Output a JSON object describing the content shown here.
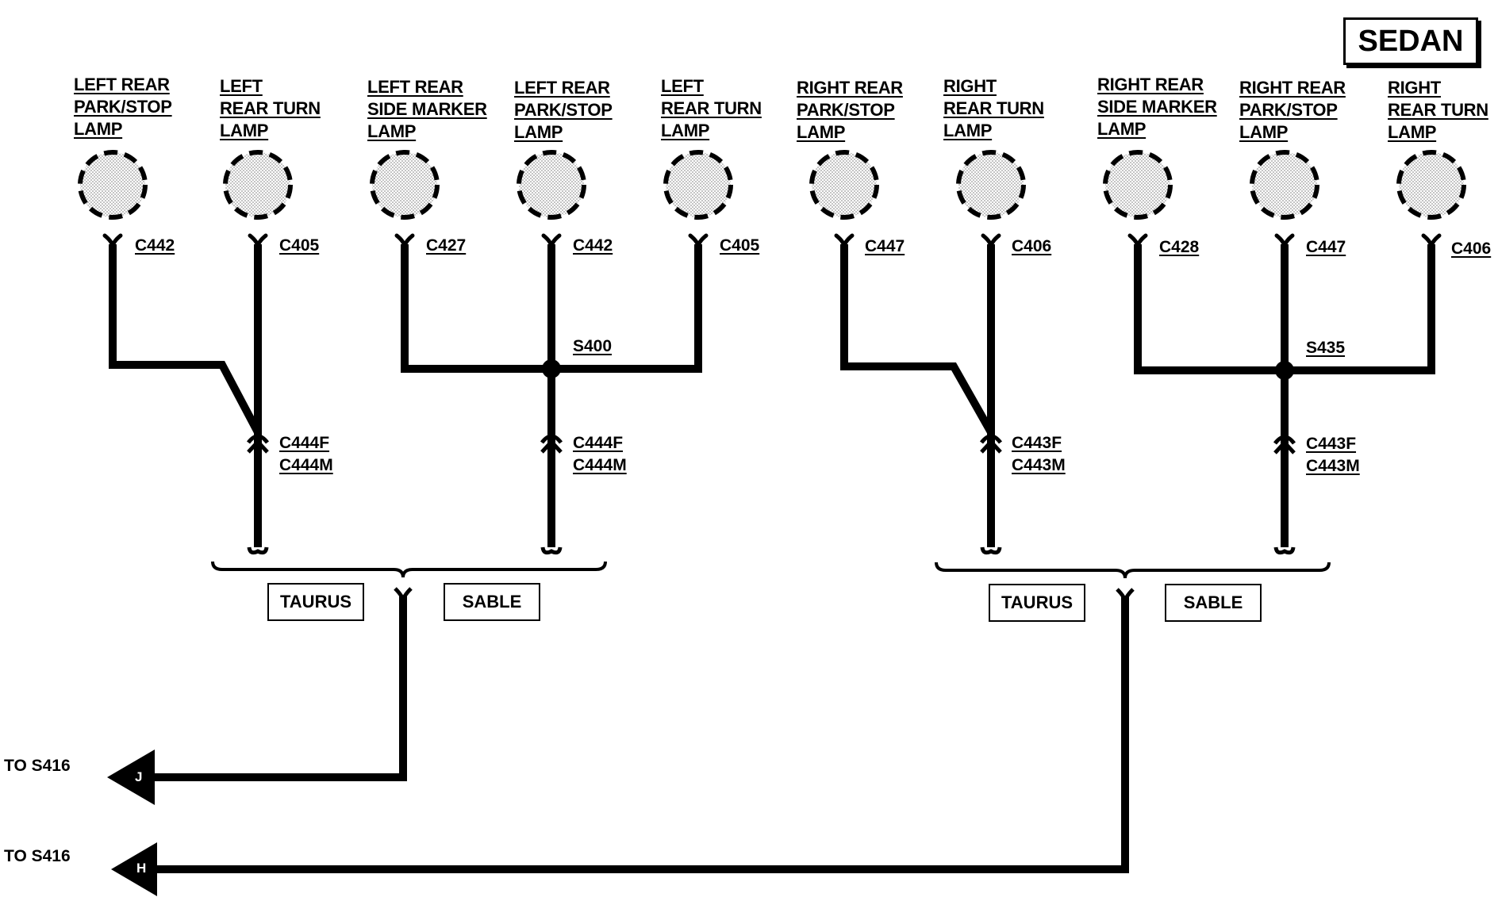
{
  "badge": "SEDAN",
  "lamps": [
    {
      "lines": [
        "LEFT REAR",
        "PARK/STOP",
        "LAMP"
      ],
      "connector": "C442"
    },
    {
      "lines": [
        "LEFT",
        "REAR TURN",
        "LAMP"
      ],
      "connector": "C405"
    },
    {
      "lines": [
        "LEFT REAR",
        "SIDE MARKER",
        "LAMP"
      ],
      "connector": "C427"
    },
    {
      "lines": [
        "LEFT REAR",
        "PARK/STOP",
        "LAMP"
      ],
      "connector": "C442"
    },
    {
      "lines": [
        "LEFT",
        "REAR TURN",
        "LAMP"
      ],
      "connector": "C405"
    },
    {
      "lines": [
        "RIGHT REAR",
        "PARK/STOP",
        "LAMP"
      ],
      "connector": "C447"
    },
    {
      "lines": [
        "RIGHT",
        "REAR TURN",
        "LAMP"
      ],
      "connector": "C406"
    },
    {
      "lines": [
        "RIGHT REAR",
        "SIDE MARKER",
        "LAMP"
      ],
      "connector": "C428"
    },
    {
      "lines": [
        "RIGHT REAR",
        "PARK/STOP",
        "LAMP"
      ],
      "connector": "C447"
    },
    {
      "lines": [
        "RIGHT",
        "REAR TURN",
        "LAMP"
      ],
      "connector": "C406"
    }
  ],
  "splices": [
    "S400",
    "S435"
  ],
  "inline_connectors": [
    {
      "female": "C444F",
      "male": "C444M"
    },
    {
      "female": "C444F",
      "male": "C444M"
    },
    {
      "female": "C443F",
      "male": "C443M"
    },
    {
      "female": "C443F",
      "male": "C443M"
    }
  ],
  "variants": [
    {
      "taurus": "TAURUS",
      "sable": "SABLE"
    },
    {
      "taurus": "TAURUS",
      "sable": "SABLE"
    }
  ],
  "outputs": [
    {
      "label": "TO S416",
      "code": "J"
    },
    {
      "label": "TO S416",
      "code": "H"
    }
  ]
}
